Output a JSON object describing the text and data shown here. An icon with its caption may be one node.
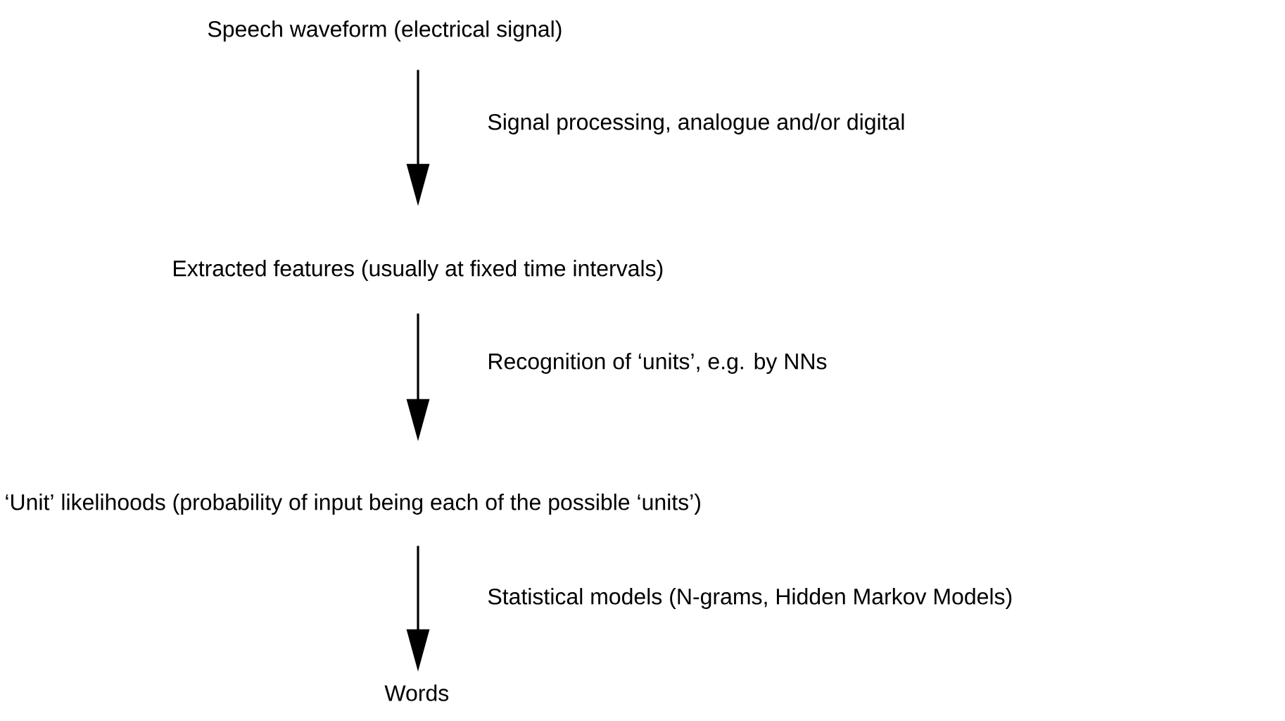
{
  "diagram": {
    "nodes": [
      {
        "text": [
          "Speech waveform (electrical signal)"
        ]
      },
      {
        "text": [
          "Extracted features (usually at fixed time intervals)"
        ]
      },
      {
        "text": [
          "‘Unit’ likelihoods (probability of input being each of the possible ‘units’)"
        ]
      },
      {
        "text": [
          "Words"
        ]
      }
    ],
    "edges": [
      {
        "from": 0,
        "to": 1,
        "arrow": "to",
        "label": "Signal processing, analogue and/or digital"
      },
      {
        "from": 1,
        "to": 2,
        "arrow": "to",
        "label": "Recognition of ‘units’, e.g. by NNs"
      },
      {
        "from": 2,
        "to": 3,
        "arrow": "to",
        "label": "Statistical models (N-grams, Hidden Markov Models)"
      }
    ]
  }
}
